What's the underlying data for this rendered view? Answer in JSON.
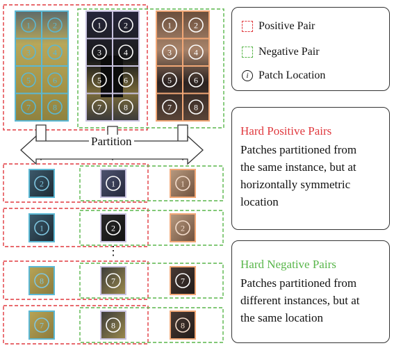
{
  "legend": {
    "positive": "Positive Pair",
    "negative": "Negative Pair",
    "location": "Patch Location",
    "location_symbol": "i"
  },
  "partition_label": "Partition",
  "ellipsis": "⋮",
  "hard_positive": {
    "title": "Hard Positive Pairs",
    "lines": [
      "Patches partitioned from",
      "the same instance, but at",
      "horizontally symmetric",
      "location"
    ]
  },
  "hard_negative": {
    "title": "Hard Negative Pairs",
    "lines": [
      "Patches partitioned from",
      "different instances, but at",
      "the same location"
    ]
  },
  "images": [
    {
      "name": "image-1",
      "border": "#5bb8d4",
      "numbers": [
        "1",
        "2",
        "3",
        "4",
        "5",
        "6",
        "7",
        "8"
      ]
    },
    {
      "name": "image-2",
      "border": "#c9c3e0",
      "numbers": [
        "1",
        "2",
        "3",
        "4",
        "5",
        "6",
        "7",
        "8"
      ]
    },
    {
      "name": "image-3",
      "border": "#f2a877",
      "numbers": [
        "1",
        "2",
        "3",
        "4",
        "5",
        "6",
        "7",
        "8"
      ]
    }
  ],
  "pair_rows": [
    {
      "patches": [
        "2",
        "1",
        "1"
      ]
    },
    {
      "patches": [
        "1",
        "2",
        "2"
      ]
    },
    {
      "patches": [
        "8",
        "7",
        "7"
      ]
    },
    {
      "patches": [
        "7",
        "8",
        "8"
      ]
    }
  ],
  "colors": {
    "positive": "#e0393e",
    "negative": "#58b64a",
    "hard_positive_title": "#e0393e",
    "hard_negative_title": "#58b64a"
  }
}
